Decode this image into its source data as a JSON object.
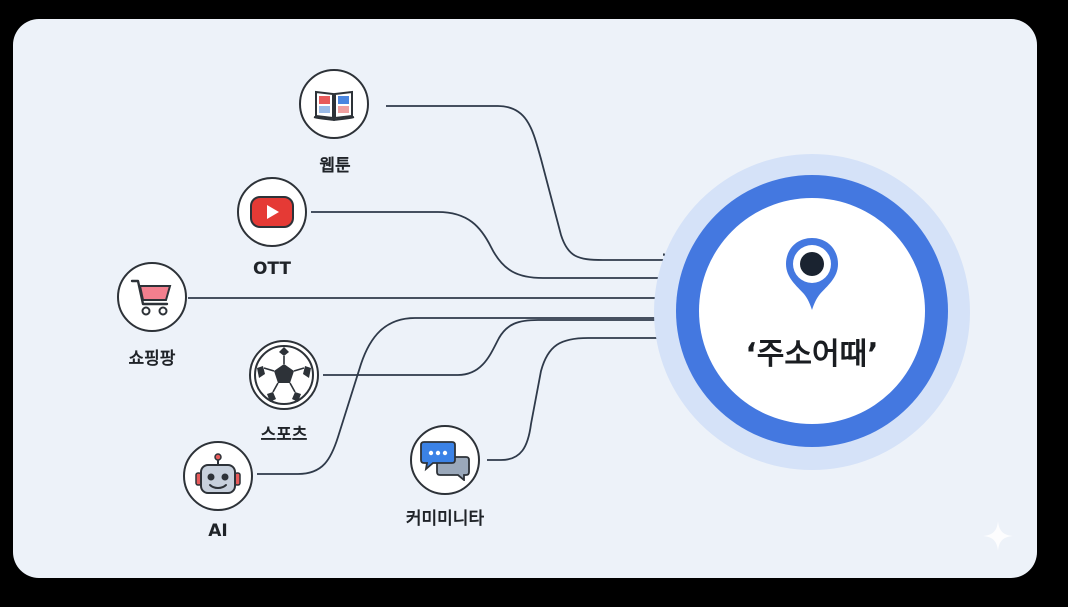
{
  "sources": [
    {
      "id": "webtoon",
      "label": "웹툰",
      "icon": "open-book-icon"
    },
    {
      "id": "ott",
      "label": "OTT",
      "icon": "video-play-icon"
    },
    {
      "id": "shopping",
      "label": "쇼핑팡",
      "icon": "shopping-cart-icon"
    },
    {
      "id": "sports",
      "label": "스포츠",
      "icon": "soccer-ball-icon"
    },
    {
      "id": "ai",
      "label": "AI",
      "icon": "robot-icon"
    },
    {
      "id": "community",
      "label": "커미미니타",
      "icon": "chat-bubbles-icon"
    }
  ],
  "hub": {
    "title": "‘주소어때’",
    "icon": "location-pin-icon"
  },
  "colors": {
    "background": "#edf2f9",
    "hub_ring": "#4478e0",
    "hub_halo": "#d5e2f8",
    "connector": "#2f3a4a",
    "ott_red": "#e53a35",
    "cart_pink": "#f27f8e",
    "chat_blue": "#3b82e6"
  }
}
